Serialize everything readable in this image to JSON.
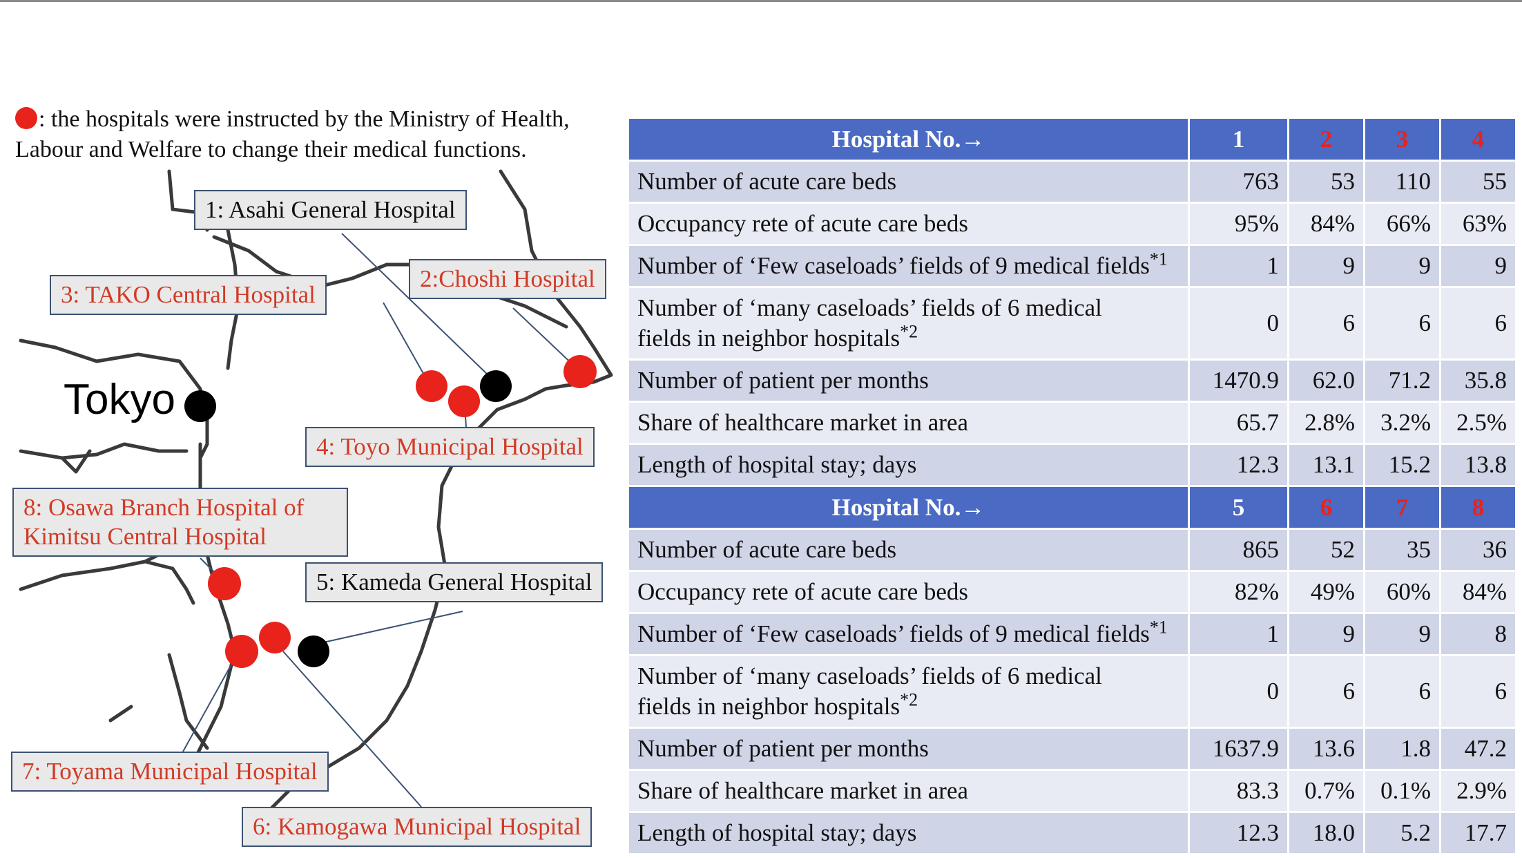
{
  "legend": {
    "marker_color": "#e8231c",
    "text": ": the hospitals were instructed by the Ministry of Health, Labour and Welfare to change their medical functions."
  },
  "map": {
    "city_label": "Tokyo",
    "hospital_labels": {
      "h1": "1: Asahi General Hospital",
      "h2": "2:Choshi Hospital",
      "h3": "3: TAKO Central Hospital",
      "h4": "4: Toyo Municipal Hospital",
      "h5": "5: Kameda General Hospital",
      "h6": "6: Kamogawa Municipal Hospital",
      "h7": "7: Toyama Municipal Hospital",
      "h8": "8: Osawa Branch Hospital of Kimitsu Central Hospital"
    },
    "colors": {
      "instructed": "#e8231c",
      "other": "#000000",
      "label_red_text": "#d23a26"
    }
  },
  "table": {
    "header_label": "Hospital No.→",
    "header_color": "#4a6ac3",
    "row_labels": {
      "beds": "Number of acute care beds",
      "occupancy": "Occupancy rete of acute care beds",
      "few_prefix": "Number of ‘Few caseloads’ fields of 9 medical fields",
      "few_note": "*1",
      "many_line1": "Number of ‘many caseloads’ fields of 6 medical",
      "many_line2": "fields in neighbor hospitals",
      "many_note": "*2",
      "patients": "Number of patient per months",
      "share": "Share of healthcare market in area",
      "stay": "Length of hospital stay; days"
    },
    "groups": [
      {
        "hospitals": [
          "1",
          "2",
          "3",
          "4"
        ],
        "beds": [
          "763",
          "53",
          "110",
          "55"
        ],
        "occupancy": [
          "95%",
          "84%",
          "66%",
          "63%"
        ],
        "few": [
          "1",
          "9",
          "9",
          "9"
        ],
        "many": [
          "0",
          "6",
          "6",
          "6"
        ],
        "patients": [
          "1470.9",
          "62.0",
          "71.2",
          "35.8"
        ],
        "share": [
          "65.7",
          "2.8%",
          "3.2%",
          "2.5%"
        ],
        "stay": [
          "12.3",
          "13.1",
          "15.2",
          "13.8"
        ]
      },
      {
        "hospitals": [
          "5",
          "6",
          "7",
          "8"
        ],
        "beds": [
          "865",
          "52",
          "35",
          "36"
        ],
        "occupancy": [
          "82%",
          "49%",
          "60%",
          "84%"
        ],
        "few": [
          "1",
          "9",
          "9",
          "8"
        ],
        "many": [
          "0",
          "6",
          "6",
          "6"
        ],
        "patients": [
          "1637.9",
          "13.6",
          "1.8",
          "47.2"
        ],
        "share": [
          "83.3",
          "0.7%",
          "0.1%",
          "2.9%"
        ],
        "stay": [
          "12.3",
          "18.0",
          "5.2",
          "17.7"
        ]
      }
    ]
  }
}
